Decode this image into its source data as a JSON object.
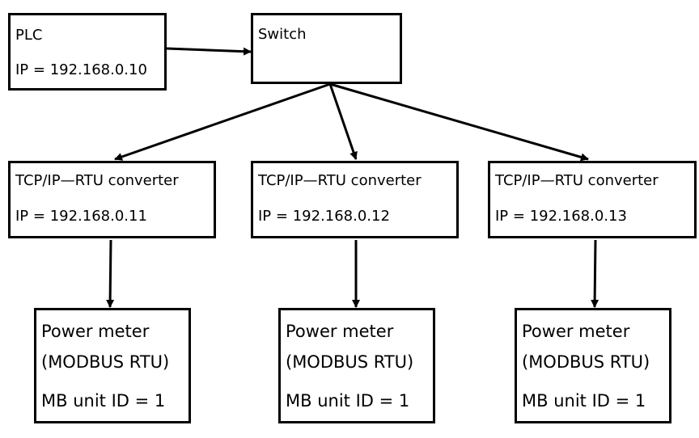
{
  "colors": {
    "stroke": "#000000",
    "background": "#ffffff"
  },
  "plc": {
    "name": "PLC",
    "ip": "IP = 192.168.0.10"
  },
  "switch": {
    "name": "Switch"
  },
  "converters": [
    {
      "name": "TCP/IP—RTU converter",
      "ip": "IP = 192.168.0.11"
    },
    {
      "name": "TCP/IP—RTU converter",
      "ip": "IP = 192.168.0.12"
    },
    {
      "name": "TCP/IP—RTU converter",
      "ip": "IP = 192.168.0.13"
    }
  ],
  "meters": [
    {
      "name": "Power meter",
      "protocol": "(MODBUS RTU)",
      "unit_id": "MB unit ID = 1"
    },
    {
      "name": "Power meter",
      "protocol": "(MODBUS RTU)",
      "unit_id": "MB unit ID = 1"
    },
    {
      "name": "Power meter",
      "protocol": "(MODBUS RTU)",
      "unit_id": "MB unit ID = 1"
    }
  ]
}
